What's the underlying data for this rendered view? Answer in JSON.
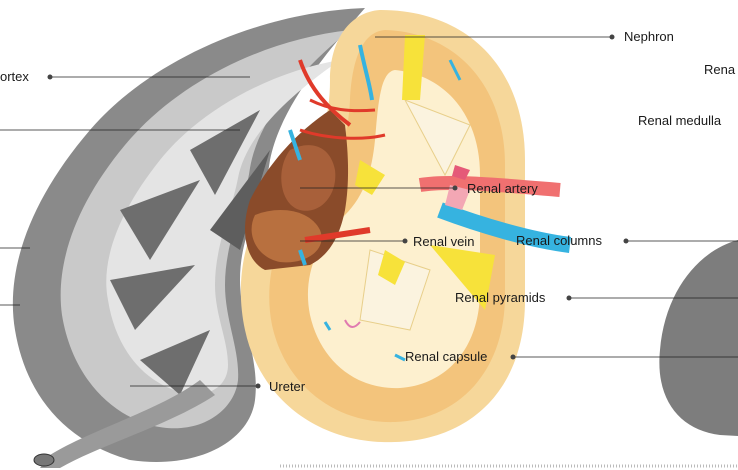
{
  "labels": {
    "nephron": "Nephron",
    "renal_cortex_left": "ortex",
    "renal_cortex_right": "Rena",
    "renal_medulla": "Renal medulla",
    "renal_artery": "Renal artery",
    "renal_vein": "Renal vein",
    "renal_columns": "Renal columns",
    "renal_pyramids": "Renal pyramids",
    "renal_capsule": "Renal capsule",
    "ureter": "Ureter"
  },
  "colors": {
    "capsule_outer": "#f6d79a",
    "cortex": "#f3c47c",
    "medulla": "#fdf0cf",
    "pyramid_yellow": "#f7e23a",
    "artery_red": "#e03a2a",
    "vein_blue": "#36b3e0",
    "pelvis_pink": "#f3a7b4",
    "sinus_brown": "#8a4b2a",
    "gray_kidney": "#7a7a7a"
  }
}
